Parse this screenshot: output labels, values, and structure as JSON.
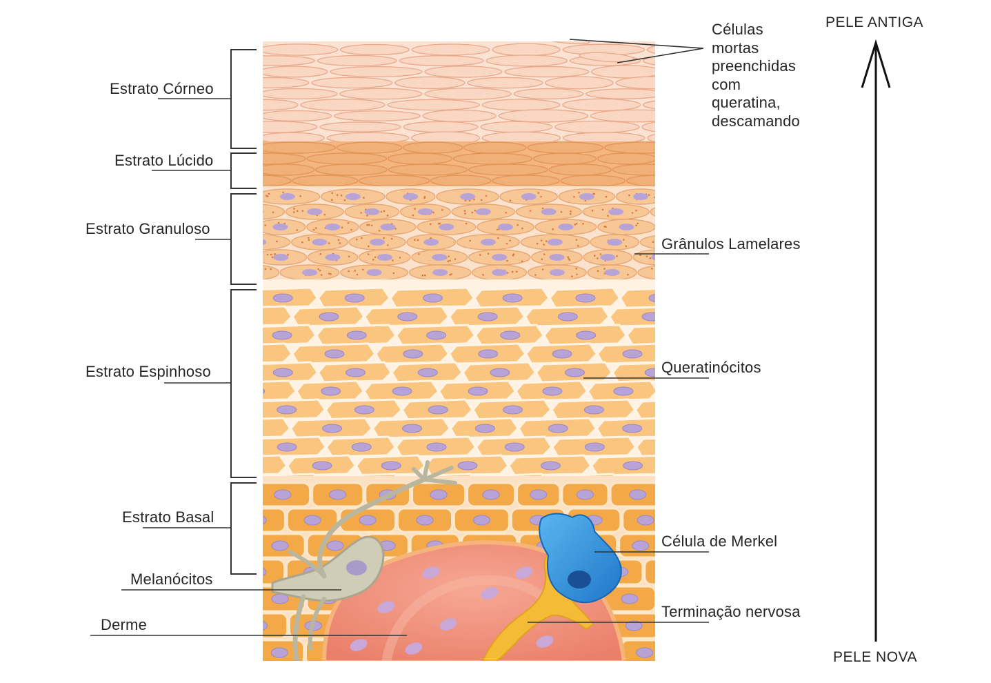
{
  "layers_left": [
    {
      "key": "corneo",
      "text": "Estrato Córneo"
    },
    {
      "key": "lucido",
      "text": "Estrato Lúcido"
    },
    {
      "key": "granuloso",
      "text": "Estrato Granuloso"
    },
    {
      "key": "espinhoso",
      "text": "Estrato Espinhoso"
    },
    {
      "key": "basal",
      "text": "Estrato Basal"
    },
    {
      "key": "melanocitos",
      "text": "Melanócitos"
    },
    {
      "key": "derme",
      "text": "Derme"
    }
  ],
  "labels_right": {
    "dead_cells": [
      "Células",
      "mortas",
      "preenchidas",
      "com",
      "queratina,",
      "descamando"
    ],
    "lamellar": "Grânulos Lamelares",
    "keratinocytes": "Queratinócitos",
    "merkel": "Célula de Merkel",
    "nerve": "Terminação nervosa"
  },
  "arrow": {
    "top": "PELE ANTIGA",
    "bottom": "PELE NOVA"
  },
  "colors": {
    "corneum": "#f9d7c3",
    "corneum_line": "#e9a888",
    "lucidum": "#f2b079",
    "granulosum": "#f8c796",
    "spinosum": "#f9c57f",
    "spinosum_line": "#fff4e6",
    "basal": "#f3a947",
    "nucleus": "#b8a3d6",
    "dermis": "#ee8a76",
    "merkel": "#2e8fd8",
    "nerve": "#f0b42a",
    "melanocyte": "#c9c6b2",
    "ink": "#262626"
  }
}
